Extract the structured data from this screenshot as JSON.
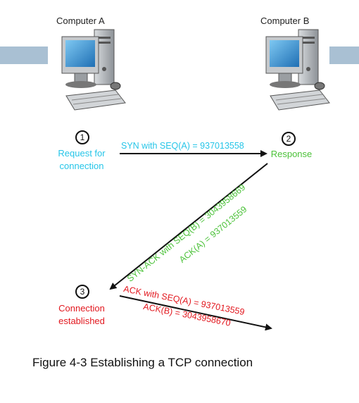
{
  "computers": {
    "a": {
      "title": "Computer A",
      "icon": "desktop-computer-icon"
    },
    "b": {
      "title": "Computer B",
      "icon": "desktop-computer-icon"
    }
  },
  "steps": [
    {
      "number": "1",
      "label_line1": "Request for",
      "label_line2": "connection",
      "color": "#25c5e8"
    },
    {
      "number": "2",
      "label_line1": "Response",
      "label_line2": "",
      "color": "#4cc23a"
    },
    {
      "number": "3",
      "label_line1": "Connection",
      "label_line2": "established",
      "color": "#e2181f"
    }
  ],
  "messages": {
    "syn": {
      "line1": "SYN with SEQ(A) = 937013558",
      "color": "#25c5e8"
    },
    "syn_ack": {
      "line1": "SYN-ACK with SEQ(B) = 3043958669",
      "line2": "ACK(A) = 937013559",
      "color": "#4cc23a"
    },
    "ack": {
      "line1": "ACK with SEQ(A) = 937013559",
      "line2": "ACK(B) = 3043958670",
      "color": "#e2181f"
    }
  },
  "caption": "Figure 4-3 Establishing a TCP connection"
}
